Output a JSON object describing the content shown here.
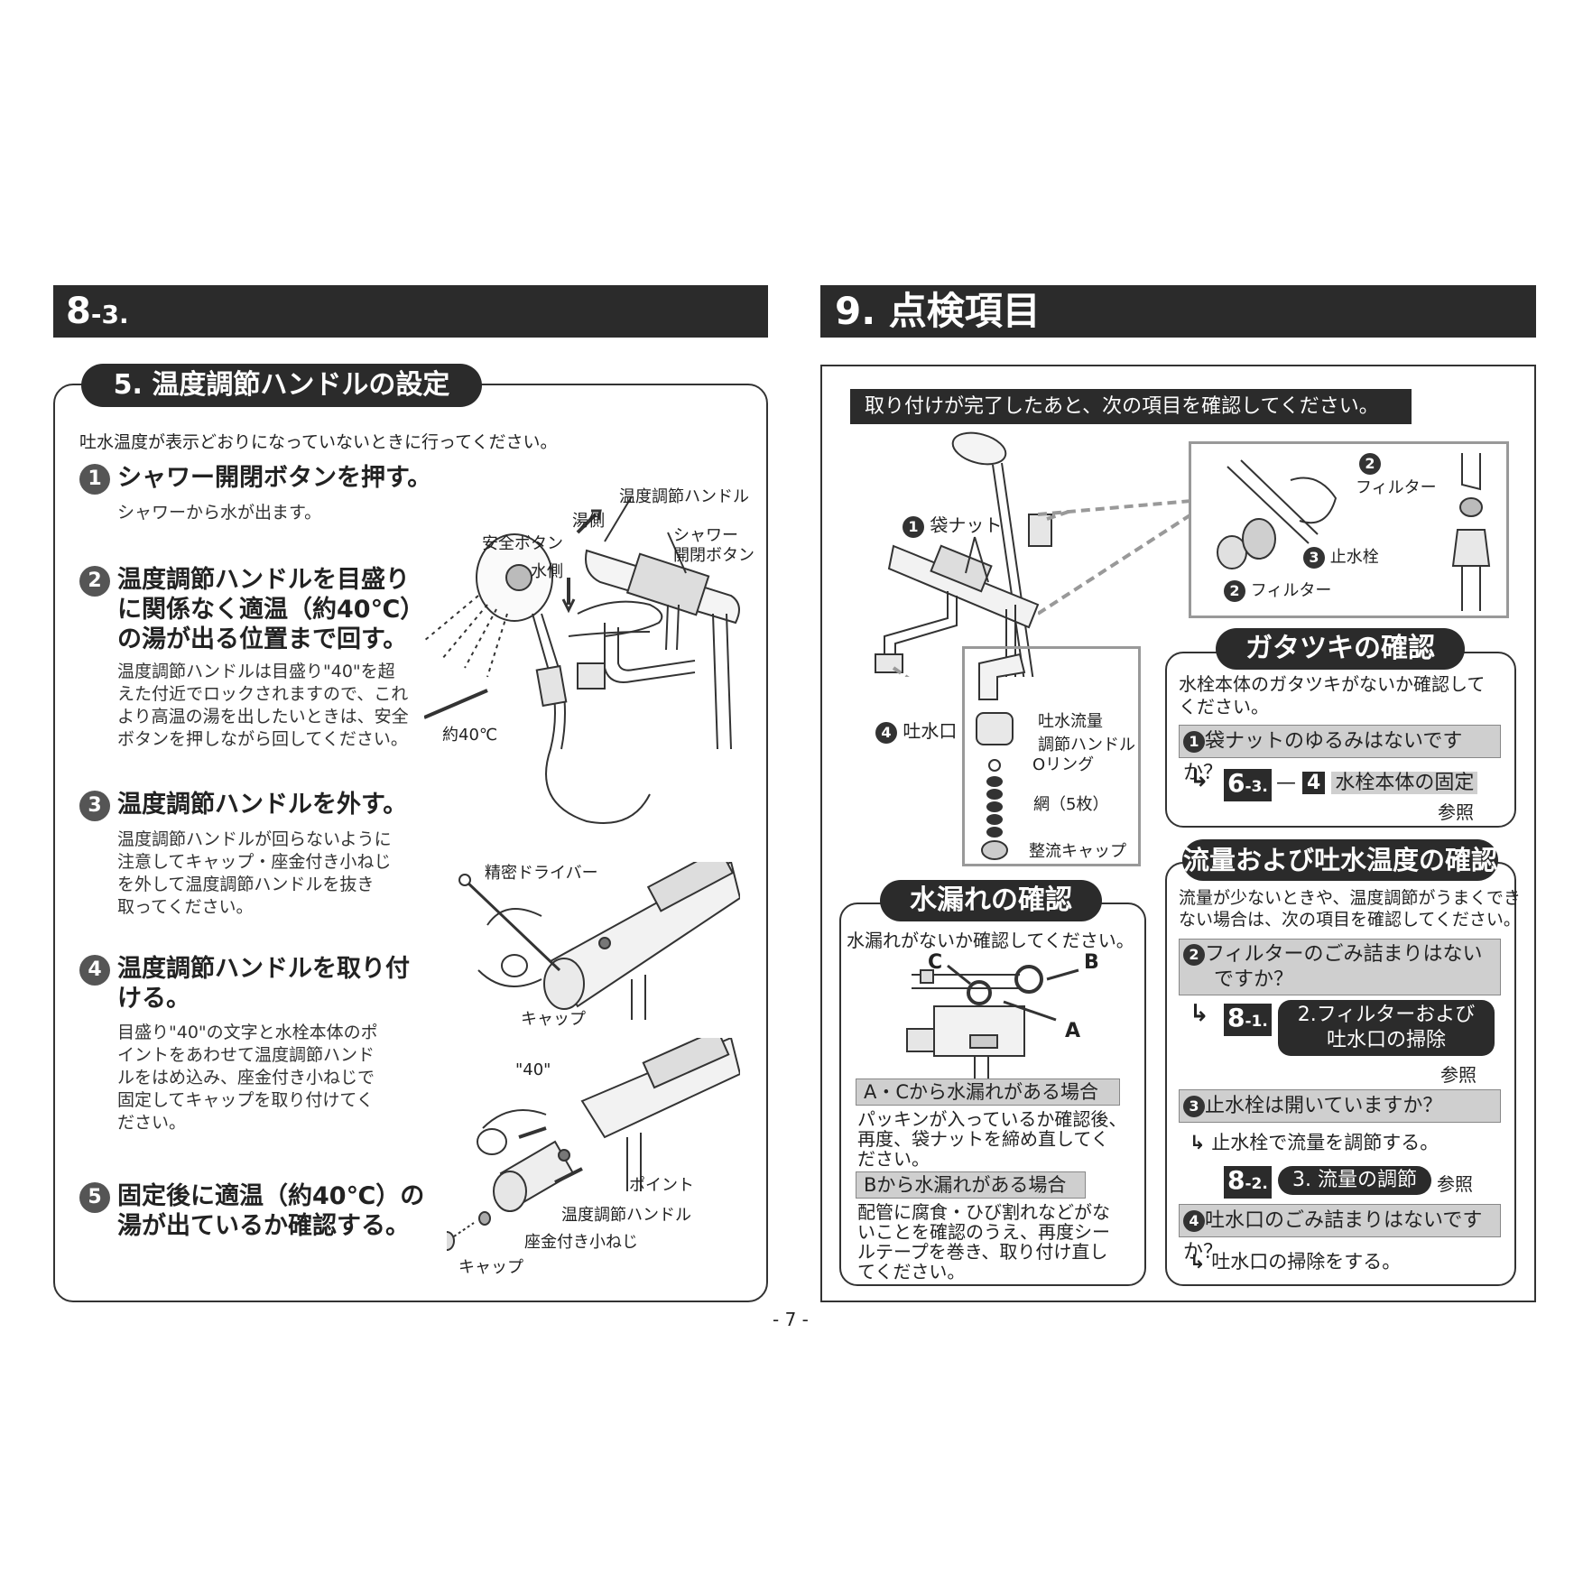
{
  "left": {
    "header": {
      "main": "8",
      "sub": "-3."
    },
    "section_title": "5. 温度調節ハンドルの設定",
    "intro": "吐水温度が表示どおりになっていないときに行ってください。",
    "steps": [
      {
        "num": "1",
        "title": "シャワー開閉ボタンを押す。",
        "body": [
          "シャワーから水が出ます。"
        ]
      },
      {
        "num": "2",
        "title": [
          "温度調節ハンドルを目盛り",
          "に関係なく適温（約40℃）",
          "の湯が出る位置まで回す。"
        ],
        "body": [
          "温度調節ハンドルは目盛り\"40\"を超",
          "えた付近でロックされますので、これ",
          "より高温の湯を出したいときは、安全",
          "ボタンを押しながら回してください。"
        ]
      },
      {
        "num": "3",
        "title": "温度調節ハンドルを外す。",
        "body": [
          "温度調節ハンドルが回らないように",
          "注意してキャップ・座金付き小ねじ",
          "を外して温度調節ハンドルを抜き",
          "取ってください。"
        ]
      },
      {
        "num": "4",
        "title": [
          "温度調節ハンドルを取り付",
          "ける。"
        ],
        "body": [
          "目盛り\"40\"の文字と水栓本体のポ",
          "イントをあわせて温度調節ハンド",
          "ルをはめ込み、座金付き小ねじで",
          "固定してキャップを取り付けてく",
          "ださい。"
        ]
      },
      {
        "num": "5",
        "title": [
          "固定後に適温（約40℃）の",
          "湯が出ているか確認する。"
        ],
        "body": []
      }
    ],
    "labels": {
      "temp_handle": "温度調節ハンドル",
      "hot_side": "湯側",
      "safety_button": "安全ボタン",
      "shower_btn_1": "シャワー",
      "shower_btn_2": "開閉ボタン",
      "water_side": "水側",
      "approx_40": "約40℃",
      "precision_driver": "精密ドライバー",
      "cap": "キャップ",
      "mark_40": "\"40\"",
      "point": "ポイント",
      "temp_handle2": "温度調節ハンドル",
      "washer_screw": "座金付き小ねじ",
      "cap2": "キャップ"
    }
  },
  "right": {
    "header": "9. 点検項目",
    "notice": "取り付けが完了したあと、次の項目を確認してください。",
    "labels": {
      "bag_nut": "袋ナット",
      "filter_top": "フィルター",
      "stop_valve": "止水栓",
      "filter_bottom": "フィルター",
      "spout": "吐水口",
      "flow_handle_1": "吐水流量",
      "flow_handle_2": "調節ハンドル",
      "o_ring": "Oリング",
      "mesh": "網（5枚）",
      "rect_cap": "整流キャップ"
    },
    "wobble": {
      "title": "ガタツキの確認",
      "desc": [
        "水栓本体のガタツキがないか確認して",
        "ください。"
      ],
      "q1": "袋ナットのゆるみはないですか？",
      "ref_num": "6",
      "ref_sub": "-3.",
      "ref_step": "4",
      "ref_text": "水栓本体の固定",
      "ref_label": "参照"
    },
    "leak": {
      "title": "水漏れの確認",
      "desc": "水漏れがないか確認してください。",
      "label_a": "A",
      "label_b": "B",
      "label_c": "C",
      "case_ac": "A・Cから水漏れがある場合",
      "case_ac_body": [
        "パッキンが入っているか確認後、",
        "再度、袋ナットを締め直してく",
        "ださい。"
      ],
      "case_b": "Bから水漏れがある場合",
      "case_b_body": [
        "配管に腐食・ひび割れなどがな",
        "いことを確認のうえ、再度シー",
        "ルテープを巻き、取り付け直し",
        "てください。"
      ]
    },
    "flow": {
      "title": "流量および吐水温度の確認",
      "desc": [
        "流量が少ないときや、温度調節がうまくでき",
        "ない場合は、次の項目を確認してください。"
      ],
      "q2": [
        "フィルターのごみ詰まりはない",
        "ですか？"
      ],
      "ref1_num": "8",
      "ref1_sub": "-1.",
      "ref1_text": [
        "2.フィルターおよび",
        "吐水口の掃除"
      ],
      "ref1_label": "参照",
      "q3": "止水栓は開いていますか？",
      "a3": "止水栓で流量を調節する。",
      "ref2_num": "8",
      "ref2_sub": "-2.",
      "ref2_text": "3. 流量の調節",
      "ref2_label": "参照",
      "q4": "吐水口のごみ詰まりはないですか？",
      "a4": "吐水口の掃除をする。"
    }
  },
  "page_number": "- 7 -"
}
